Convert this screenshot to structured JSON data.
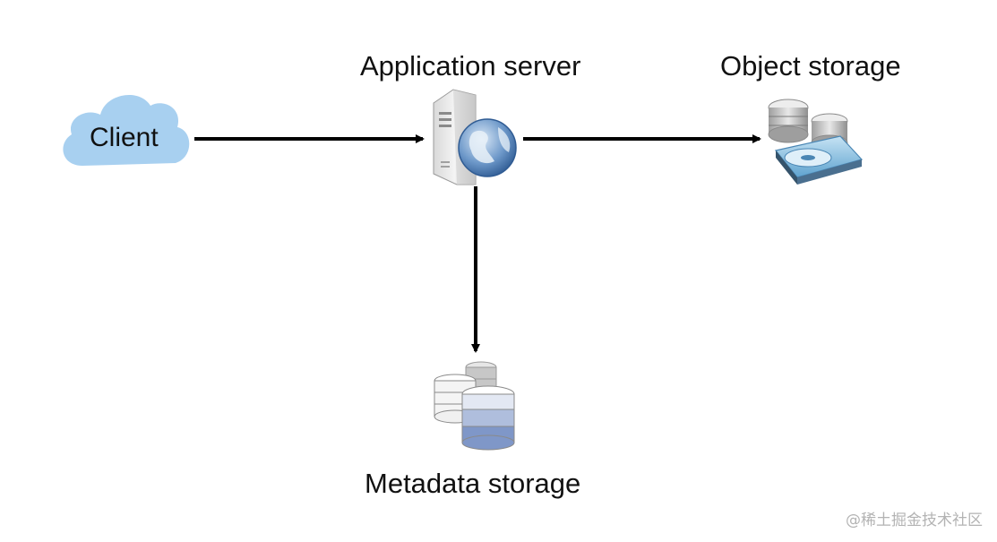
{
  "nodes": {
    "client": {
      "label": "Client",
      "icon": "cloud-icon"
    },
    "application_server": {
      "label": "Application server",
      "icon": "server-globe-icon"
    },
    "object_storage": {
      "label": "Object storage",
      "icon": "storage-drive-icon"
    },
    "metadata_storage": {
      "label": "Metadata storage",
      "icon": "database-stack-icon"
    }
  },
  "edges": [
    {
      "from": "client",
      "to": "application_server"
    },
    {
      "from": "application_server",
      "to": "object_storage"
    },
    {
      "from": "application_server",
      "to": "metadata_storage"
    }
  ],
  "watermark": "@稀土掘金技术社区",
  "colors": {
    "cloud": "#a8d0f0",
    "arrow": "#000000",
    "db_accent": "#7f97c8"
  }
}
